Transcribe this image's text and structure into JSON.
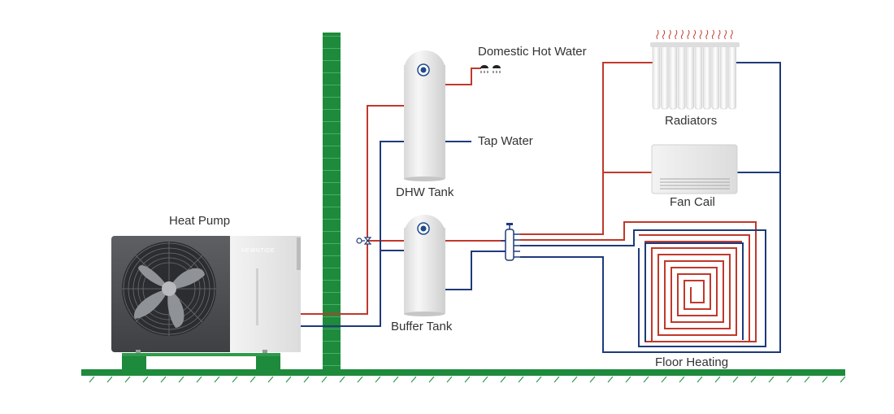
{
  "labels": {
    "heat_pump": "Heat Pump",
    "dhw_tank": "DHW Tank",
    "buffer_tank": "Buffer Tank",
    "domestic_hot_water": "Domestic Hot Water",
    "tap_water": "Tap Water",
    "radiators": "Radiators",
    "fan_coil": "Fan Cail",
    "floor_heating": "Floor Heating"
  },
  "brand": "NEWNTIDE",
  "colors": {
    "hot_pipe": "#c0392b",
    "cold_pipe": "#1f3a7a",
    "wall": "#1e8a3c",
    "ground": "#1e8a3c"
  },
  "icons": {
    "tank_badge": "thermometer-badge-icon",
    "shower": "shower-icon",
    "heat_waves": "heat-wave-icon",
    "valve": "three-way-valve-icon",
    "manifold": "manifold-icon"
  }
}
